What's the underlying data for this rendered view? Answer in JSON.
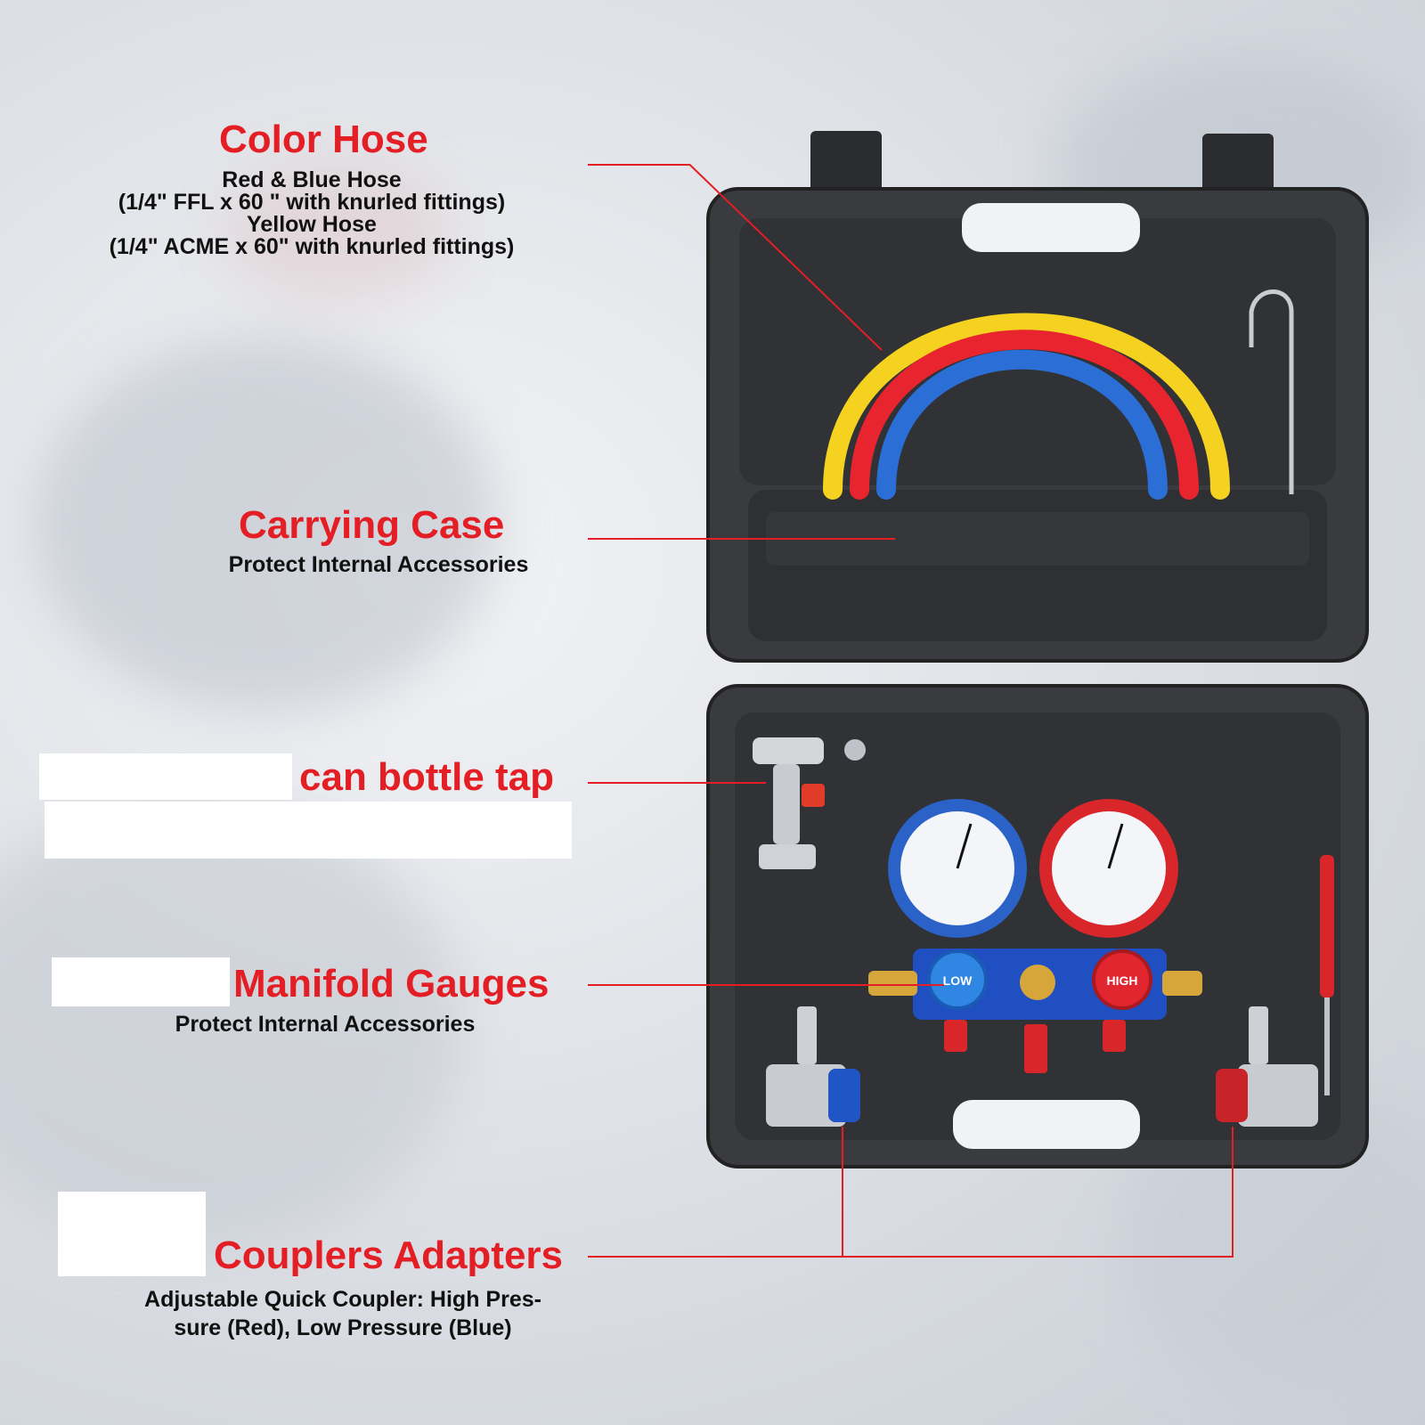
{
  "colors": {
    "accent": "#e31e24",
    "text": "#111111",
    "case": "#3a3b3e"
  },
  "callouts": {
    "color_hose": {
      "title": "Color Hose",
      "lines": [
        "Red & Blue Hose",
        "(1/4\" FFL x 60 \" with knurled fittings)",
        "Yellow Hose",
        "(1/4\" ACME x 60\" with knurled fittings)"
      ]
    },
    "carrying_case": {
      "title": "Carrying Case",
      "desc": "Protect Internal Accessories"
    },
    "bottle_tap": {
      "title": "can bottle tap"
    },
    "manifold_gauges": {
      "title": "Manifold Gauges",
      "desc": "Protect Internal Accessories"
    },
    "couplers": {
      "title": "Couplers Adapters",
      "lines": [
        "Adjustable Quick Coupler: High Pres-",
        "sure (Red), Low Pressure (Blue)"
      ]
    }
  },
  "product": {
    "low_knob_label": "LOW",
    "high_knob_label": "HIGH"
  }
}
